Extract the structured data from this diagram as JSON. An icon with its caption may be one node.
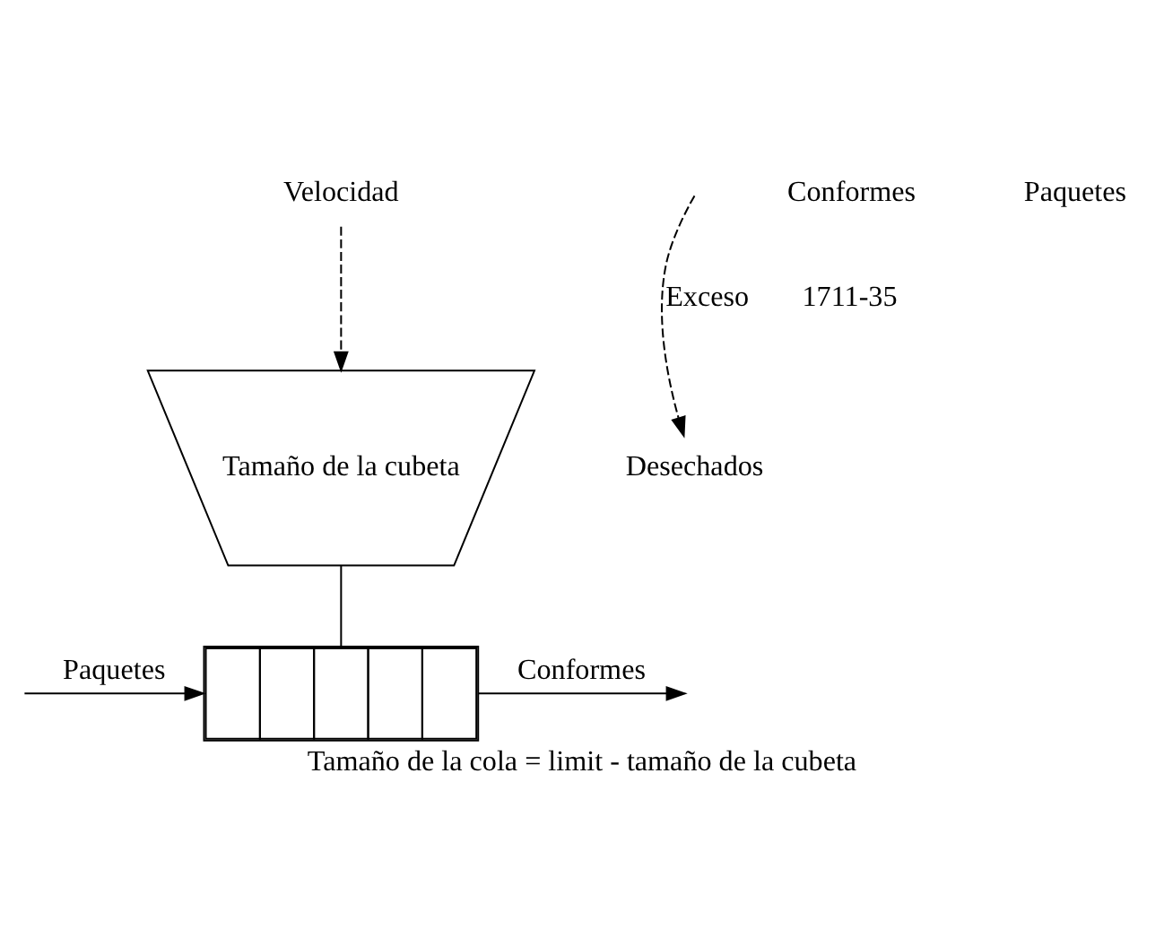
{
  "diagram": {
    "caption": "Tamaño de la cola = limit - tamaño de la cubeta",
    "nodes": [
      {
        "text": [
          "Tamaño de la cubeta"
        ]
      },
      {
        "text": [],
        "shape": "box"
      },
      {
        "text": [
          "Velocidad"
        ]
      },
      {
        "text": [
          "Desechados"
        ]
      }
    ],
    "edges": [
      {
        "from": 2,
        "to": 0,
        "arrow": "to",
        "style": "dashed"
      },
      {
        "from": null,
        "to": 3,
        "arrow": "to",
        "style": "dashed",
        "label": "Exceso"
      },
      {
        "from": 0,
        "to": 1,
        "arrow": "none"
      },
      {
        "from": 1,
        "to": null,
        "arrow": "to",
        "label": "Conformes"
      },
      {
        "from": null,
        "to": 1,
        "arrow": "to",
        "label": "Paquetes"
      }
    ],
    "labels": [
      "Conformes",
      "Paquetes",
      "1711-35"
    ]
  }
}
